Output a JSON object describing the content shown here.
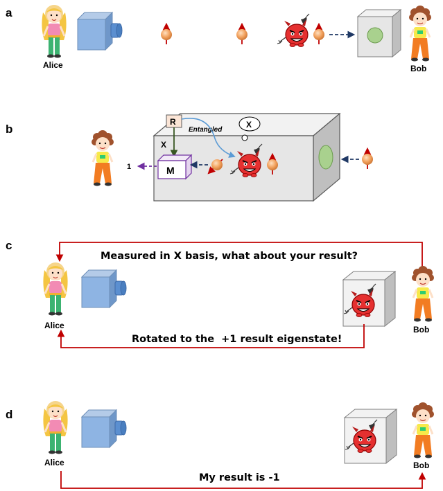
{
  "panels": {
    "a": {
      "label": "a",
      "alice": "Alice",
      "bob": "Bob"
    },
    "b": {
      "label": "b",
      "register_label": "R",
      "entangled_label": "Entangled",
      "x_gate_label": "X",
      "x_bubble_label": "X",
      "measurement_label": "M",
      "output_label": "1"
    },
    "c": {
      "label": "c",
      "alice": "Alice",
      "bob": "Bob",
      "message_top": "Measured in X basis, what about your result?",
      "message_bottom": "Rotated to the  +1 result eigenstate!"
    },
    "d": {
      "label": "d",
      "alice": "Alice",
      "bob": "Bob",
      "message": "My result is -1"
    }
  },
  "colors": {
    "arrow_red": "#c00000",
    "photon_orange": "#f0a060",
    "source_blue": "#8eb4e3",
    "box_gray": "#e6e6e6",
    "detector_green": "#a9d18e",
    "devil_red": "#e53030",
    "measure_purple": "#7030a0",
    "line_navy": "#1f3864"
  }
}
